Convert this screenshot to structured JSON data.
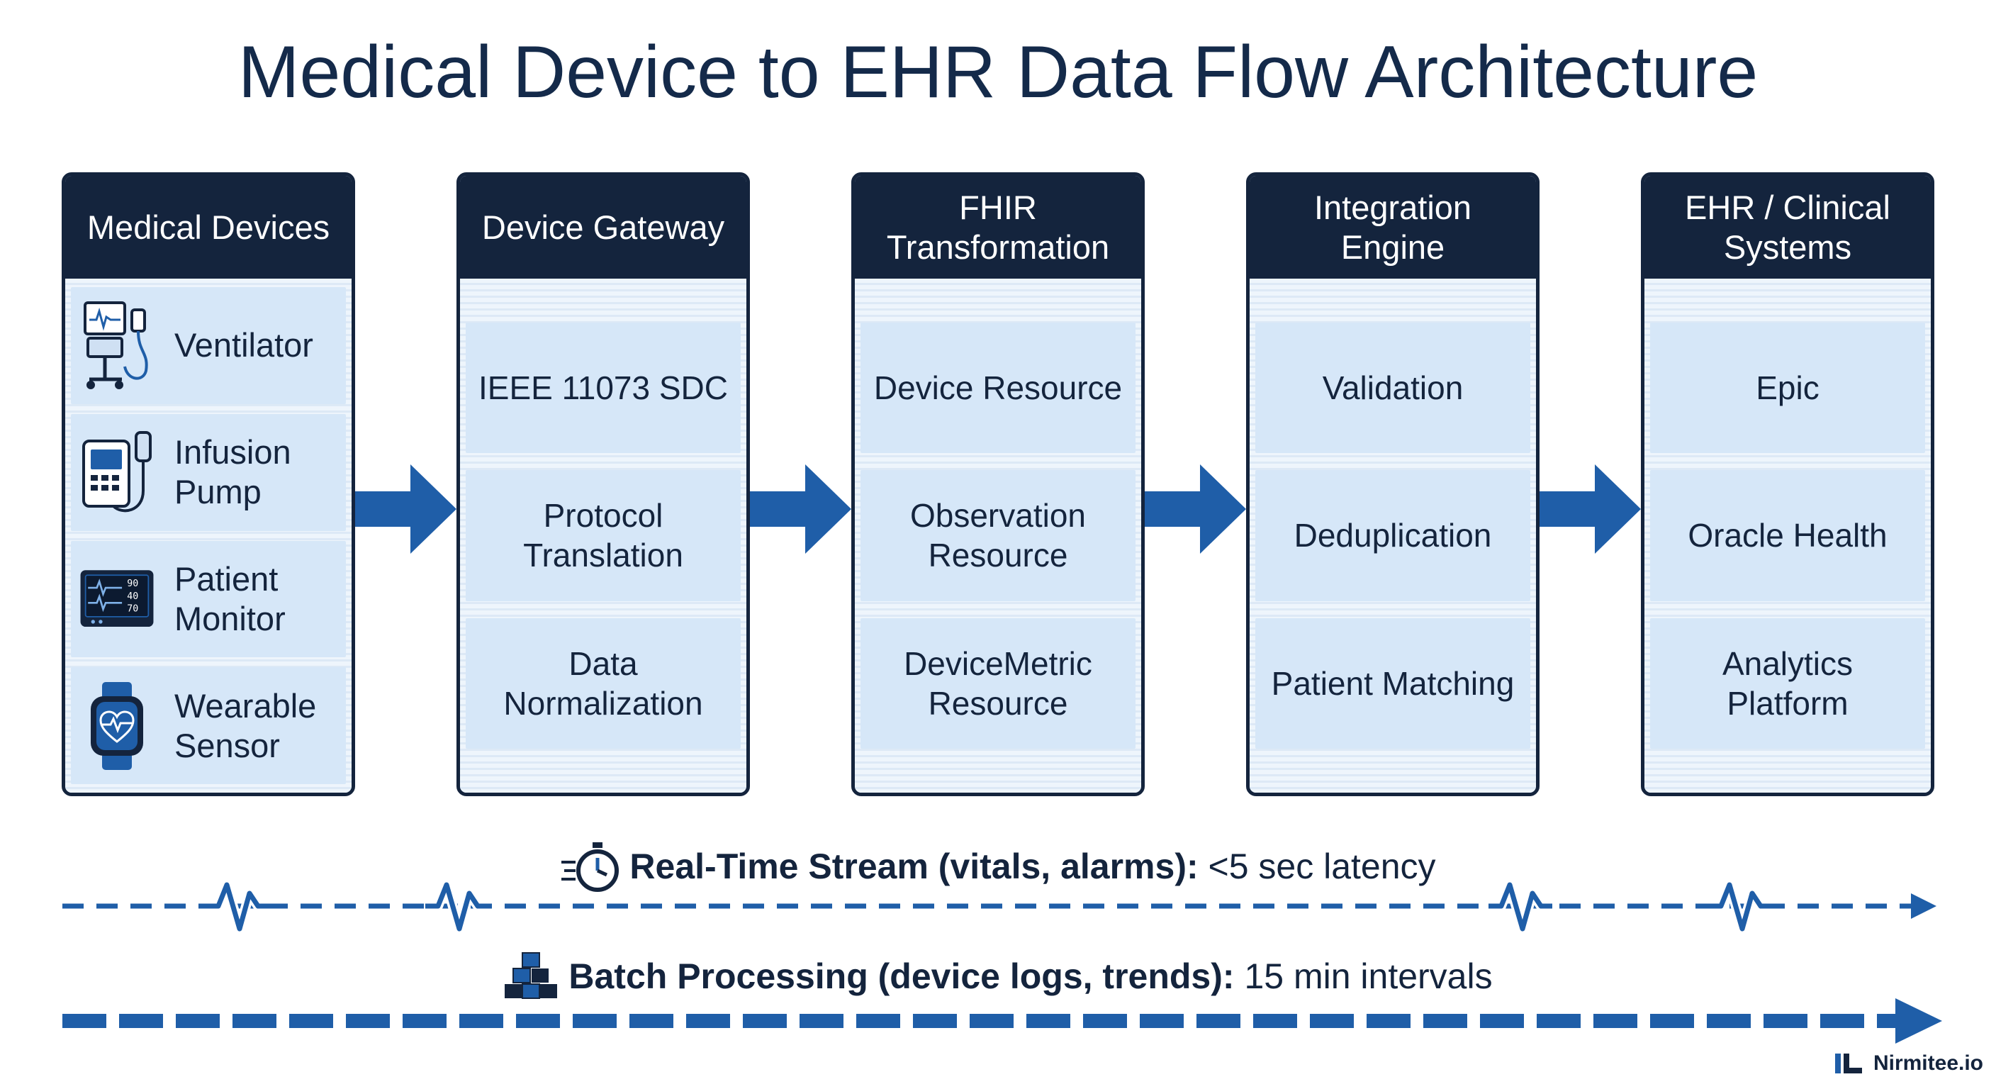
{
  "title": "Medical Device to EHR Data Flow Architecture",
  "columns": [
    {
      "header": "Medical Devices",
      "items": [
        {
          "label": "Ventilator",
          "icon": "ventilator-icon"
        },
        {
          "label": "Infusion Pump",
          "icon": "infusion-pump-icon"
        },
        {
          "label": "Patient Monitor",
          "icon": "patient-monitor-icon"
        },
        {
          "label": "Wearable Sensor",
          "icon": "wearable-sensor-icon"
        }
      ],
      "monitor_readings": [
        "90",
        "40",
        "70"
      ]
    },
    {
      "header": "Device Gateway",
      "items": [
        "IEEE 11073 SDC",
        "Protocol Translation",
        "Data Normalization"
      ]
    },
    {
      "header": "FHIR Transformation",
      "items": [
        "Device Resource",
        "Observation Resource",
        "DeviceMetric Resource"
      ]
    },
    {
      "header": "Integration Engine",
      "items": [
        "Validation",
        "Deduplication",
        "Patient Matching"
      ]
    },
    {
      "header": "EHR / Clinical Systems",
      "items": [
        "Epic",
        "Oracle Health",
        "Analytics Platform"
      ]
    }
  ],
  "streams": {
    "realtime": {
      "bold": "Real-Time Stream (vitals, alarms):",
      "rest": "<5 sec latency",
      "icon": "stopwatch-icon"
    },
    "batch": {
      "bold": "Batch Processing (device logs, trends):",
      "rest": "15 min intervals",
      "icon": "stacked-boxes-icon"
    }
  },
  "brand": {
    "name": "Nirmitee.io"
  },
  "colors": {
    "dark_navy": "#14243d",
    "accent_blue": "#1f5ea8",
    "cell_blue": "#d6e7f8"
  }
}
